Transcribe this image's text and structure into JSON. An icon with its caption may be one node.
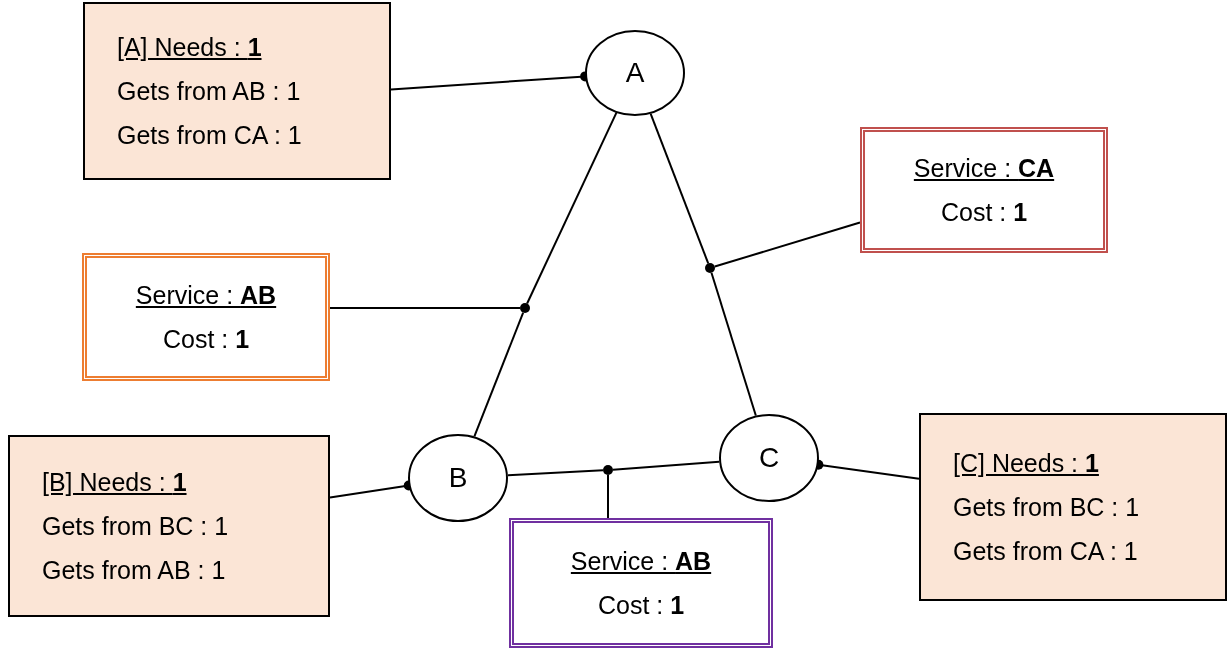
{
  "diagram": {
    "nodes": [
      {
        "text": [
          "[A] Needs : **1**",
          "Gets from AB : 1",
          "Gets from CA : 1"
        ]
      },
      {
        "text": [
          "A"
        ]
      },
      {
        "text": [
          "Service : **CA**",
          "Cost : **1**"
        ]
      },
      {
        "text": [
          "Service : **AB**",
          "Cost : **1**"
        ]
      },
      {
        "text": [
          "[B] Needs : **1**",
          "Gets from BC : 1",
          "Gets from AB : 1"
        ]
      },
      {
        "text": [
          "B"
        ]
      },
      {
        "text": [
          "C"
        ]
      },
      {
        "text": [
          "Service : **AB**",
          "Cost : **1**"
        ]
      },
      {
        "text": [
          "[C] Needs : **1**",
          "Gets from BC : 1",
          "Gets from CA : 1"
        ]
      },
      {
        "text": [],
        "shape": "circle"
      },
      {
        "text": [],
        "shape": "circle"
      },
      {
        "text": [],
        "shape": "circle"
      }
    ],
    "edges": [
      {
        "from": 0,
        "to": 1,
        "arrow": "other"
      },
      {
        "from": 1,
        "to": 9,
        "arrow": "none"
      },
      {
        "from": 9,
        "to": 5,
        "arrow": "none"
      },
      {
        "from": 1,
        "to": 10,
        "arrow": "none"
      },
      {
        "from": 10,
        "to": 6,
        "arrow": "none"
      },
      {
        "from": 5,
        "to": 11,
        "arrow": "none"
      },
      {
        "from": 11,
        "to": 6,
        "arrow": "none"
      },
      {
        "from": 3,
        "to": 9,
        "arrow": "none"
      },
      {
        "from": 2,
        "to": 10,
        "arrow": "none"
      },
      {
        "from": 7,
        "to": 11,
        "arrow": "none"
      },
      {
        "from": 4,
        "to": 5,
        "arrow": "other"
      },
      {
        "from": 8,
        "to": 6,
        "arrow": "other"
      }
    ]
  }
}
